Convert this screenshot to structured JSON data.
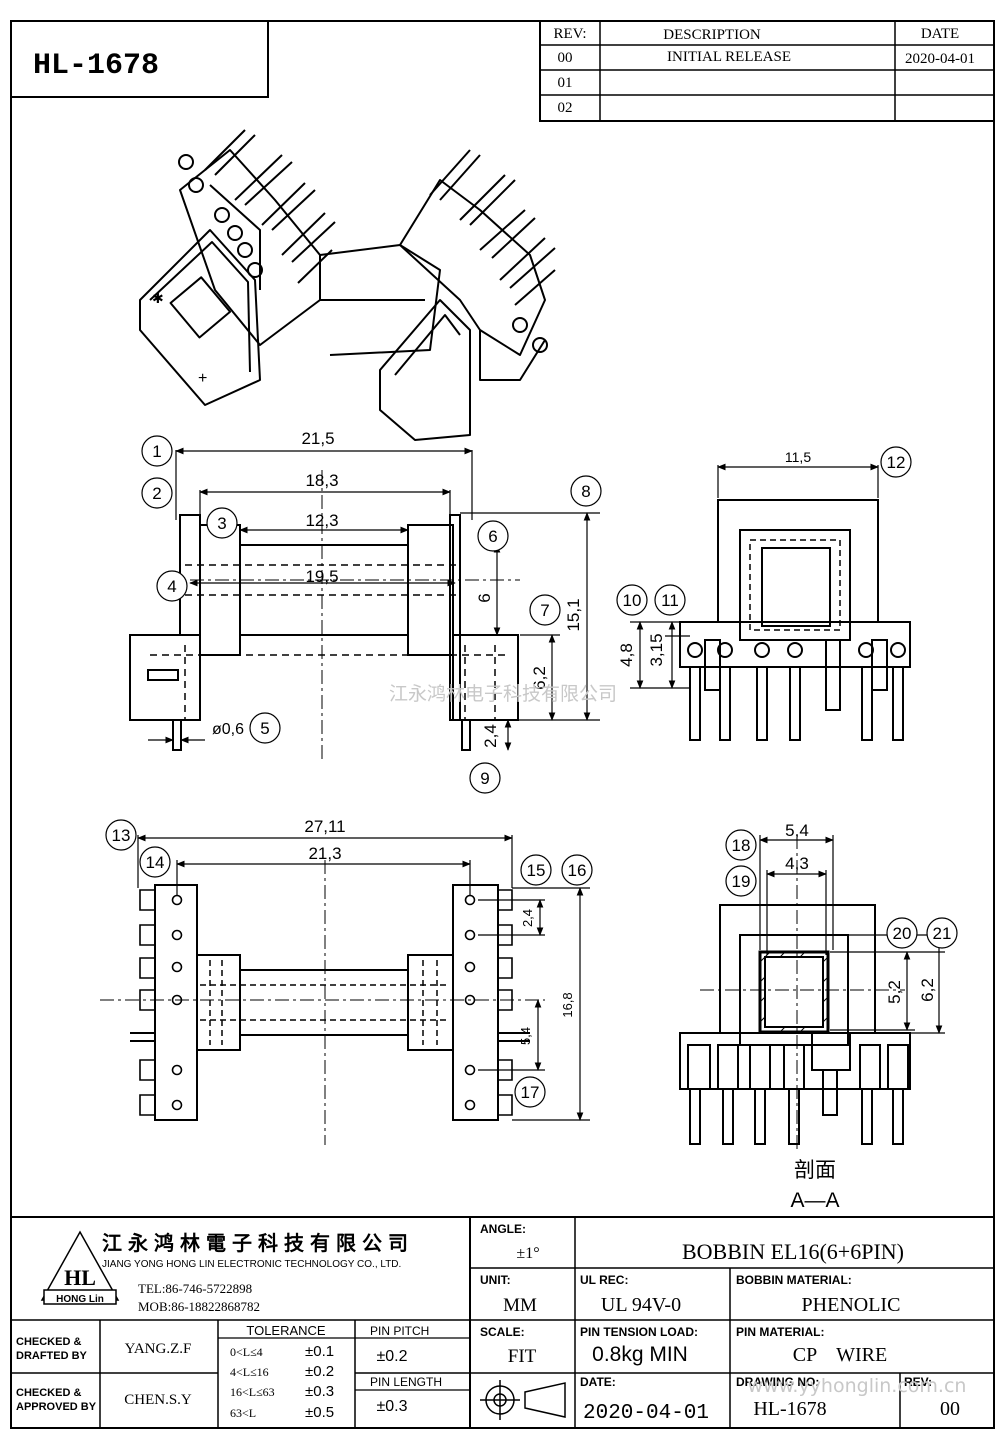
{
  "part_no": "HL-1678",
  "revisions": {
    "headers": {
      "rev": "REV:",
      "description": "DESCRIPTION",
      "date": "DATE"
    },
    "rows": [
      {
        "rev": "00",
        "description": "INITIAL RELEASE",
        "date": "2020-04-01"
      },
      {
        "rev": "01",
        "description": "",
        "date": ""
      },
      {
        "rev": "02",
        "description": "",
        "date": ""
      }
    ]
  },
  "front_view": {
    "dims": {
      "d1": "21,5",
      "d2": "18,3",
      "d3": "12,3",
      "d4": "19,5",
      "d5": "ø0,6",
      "d6": "6",
      "d7": "6,2",
      "d8": "15,1",
      "d9": "2,4"
    }
  },
  "side_view": {
    "dims": {
      "d12": "11,5",
      "d10": "4,8",
      "d11": "3,15"
    }
  },
  "bottom_view": {
    "dims": {
      "d13": "27,11",
      "d14": "21,3",
      "d15": "2,4",
      "d16": "16,8",
      "d17": "5,4"
    }
  },
  "section_view": {
    "dims": {
      "d18": "5,4",
      "d19": "4,3",
      "d20": "5,2",
      "d21": "6,2"
    },
    "label_cn": "剖面",
    "label": "A—A"
  },
  "balloons": [
    "1",
    "2",
    "3",
    "4",
    "5",
    "6",
    "7",
    "8",
    "9",
    "10",
    "11",
    "12",
    "13",
    "14",
    "15",
    "16",
    "17",
    "18",
    "19",
    "20",
    "21"
  ],
  "watermark_cn": "江永鸿林电子科技有限公司",
  "watermark_url": "www.yyhonglin.com.cn",
  "title_block": {
    "company_cn": "江永鸿林電子科技有限公司",
    "company_en": "JIANG YONG HONG LIN ELECTRONIC TECHNOLOGY CO., LTD.",
    "logo_text": "HL",
    "logo_sub": "HONG Lin",
    "tel": "TEL:86-746-5722898",
    "mob": "MOB:86-18822868782",
    "angle_label": "ANGLE:",
    "angle_value": "±1°",
    "title": "BOBBIN EL16(6+6PIN)",
    "unit_label": "UNIT:",
    "unit_value": "MM",
    "ul_label": "UL REC:",
    "ul_value": "UL 94V-0",
    "material_label": "BOBBIN MATERIAL:",
    "material_value": "PHENOLIC",
    "checked_drafted_label_1": "CHECKED &",
    "checked_drafted_label_2": "DRAFTED BY",
    "drafted_by": "YANG.Z.F",
    "checked_approved_label_1": "CHECKED &",
    "checked_approved_label_2": "APPROVED BY",
    "approved_by": "CHEN.S.Y",
    "tolerance_label": "TOLERANCE",
    "tolerances": [
      {
        "range": "0<L≤4",
        "value": "±0.1"
      },
      {
        "range": "4<L≤16",
        "value": "±0.2"
      },
      {
        "range": "16<L≤63",
        "value": "±0.3"
      },
      {
        "range": "63<L",
        "value": "±0.5"
      }
    ],
    "pin_pitch_label": "PIN PITCH",
    "pin_pitch_value": "±0.2",
    "pin_length_label": "PIN LENGTH",
    "pin_length_value": "±0.3",
    "scale_label": "SCALE:",
    "scale_value": "FIT",
    "tension_label": "PIN TENSION LOAD:",
    "tension_value": "0.8kg MIN",
    "pin_material_label": "PIN MATERIAL:",
    "pin_material_value": "CP    WIRE",
    "date_label": "DATE:",
    "date_value": "2020-04-01",
    "drawing_no_label": "DRAWING NO:",
    "drawing_no_value": "HL-1678",
    "rev_label": "REV:",
    "rev_value": "00"
  }
}
